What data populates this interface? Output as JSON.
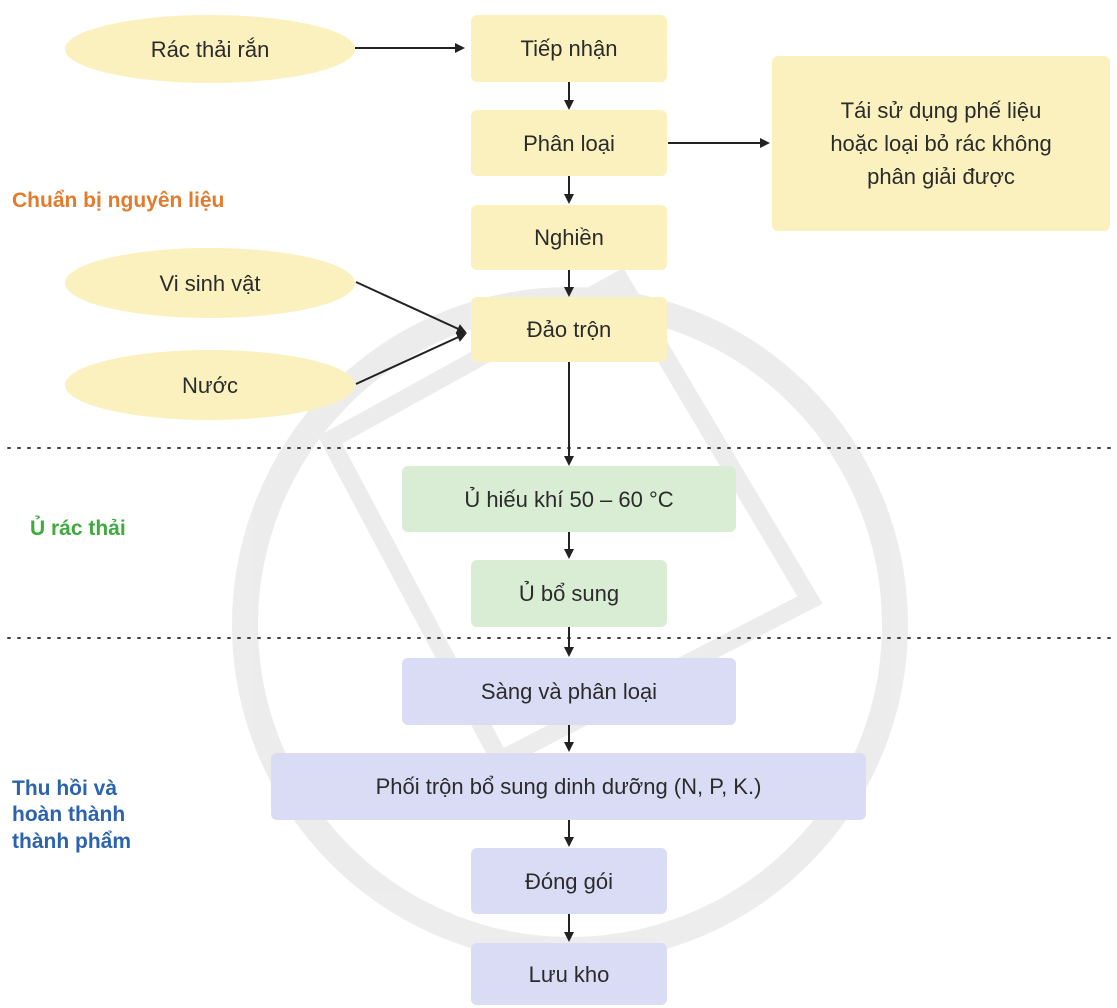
{
  "sections": {
    "preparation": "Chuẩn bị nguyên liệu",
    "composting": "Ủ rác thải",
    "finishing": "Thu hồi và\nhoàn thành\nthành phẩm"
  },
  "inputs": {
    "solid_waste": "Rác thải rắn",
    "microbes": "Vi sinh vật",
    "water": "Nước"
  },
  "steps": {
    "receive": "Tiếp nhận",
    "classify": "Phân loại",
    "grind": "Nghiền",
    "mix": "Đảo trộn",
    "aerobic": "Ủ hiếu khí 50 – 60 °C",
    "supplement": "Ủ bổ sung",
    "screen": "Sàng và phân loại",
    "blend": "Phối trộn bổ sung dinh dưỡng (N, P, K.)",
    "package": "Đóng gói",
    "store": "Lưu kho"
  },
  "side_output": "Tái sử dụng phế liệu\nhoặc loại bỏ rác không\nphân giải được",
  "colors": {
    "prep_fill": "#faf1bf",
    "compost_fill": "#d8edd3",
    "finish_fill": "#d9dcf4",
    "prep_label": "#e27b2c",
    "compost_label": "#3faa3e",
    "finish_label": "#2c63ad"
  }
}
